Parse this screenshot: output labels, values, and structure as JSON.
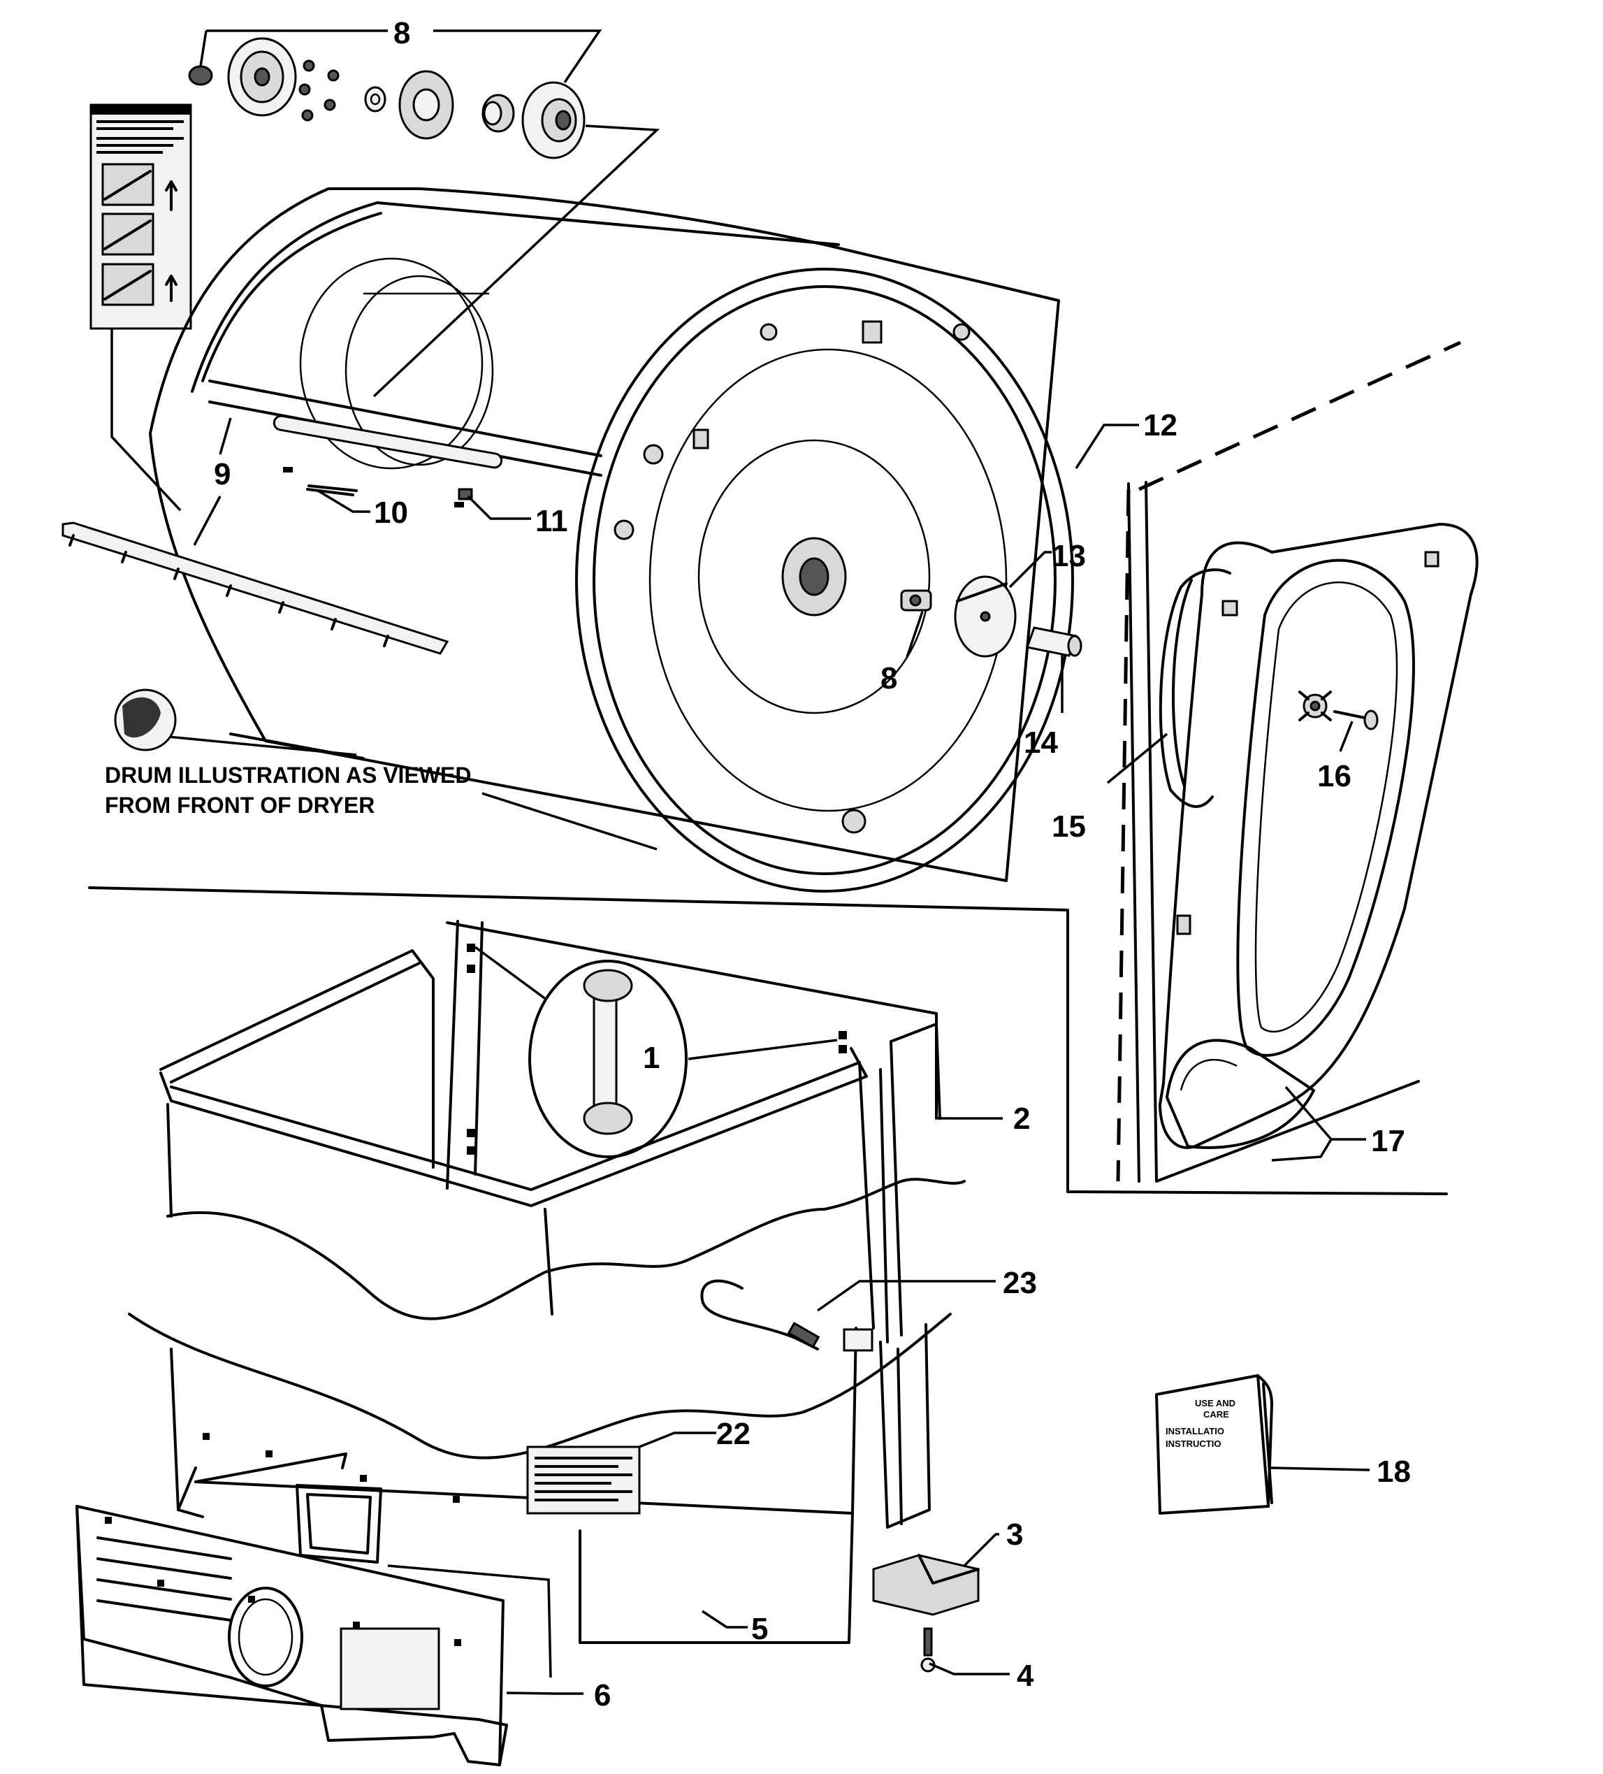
{
  "caption": {
    "line1": "DRUM ILLUSTRATION AS VIEWED",
    "line2": "FROM FRONT OF DRYER"
  },
  "booklet": {
    "line1": "USE AND",
    "line2": "CARE",
    "line3": "INSTALLATIO",
    "line4": "INSTRUCTIO"
  },
  "callouts": {
    "c1": "1",
    "c2": "2",
    "c3": "3",
    "c4": "4",
    "c5": "5",
    "c6": "6",
    "c8_top": "8",
    "c8_mid": "8",
    "c9": "9",
    "c10": "10",
    "c11": "11",
    "c12": "12",
    "c13": "13",
    "c14": "14",
    "c15": "15",
    "c16": "16",
    "c17": "17",
    "c18": "18",
    "c22": "22",
    "c23": "23"
  }
}
